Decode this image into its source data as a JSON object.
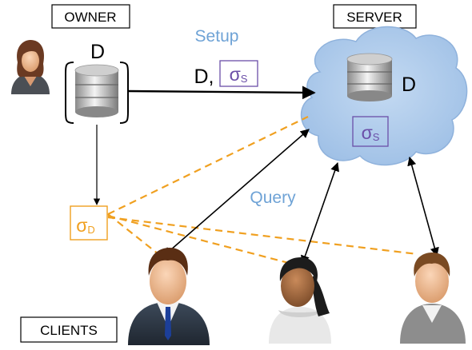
{
  "labels": {
    "owner": "OWNER",
    "server": "SERVER",
    "clients": "CLIENTS",
    "setup": "Setup",
    "query": "Query",
    "owner_db": "D",
    "server_db": "D",
    "transfer_d": "D,",
    "sigma_s_symbol": "σ",
    "sigma_s_sub": "S",
    "sigma_d_symbol": "σ",
    "sigma_d_sub": "D"
  },
  "colors": {
    "accent_blue_text": "#6fa3d6",
    "cloud_fill": "#a9c8ea",
    "cloud_stroke": "#8fb2dc",
    "sigma_s": "#6b4fa8",
    "sigma_d": "#f0a020",
    "dashed": "#f0a020",
    "arrow": "#000000"
  }
}
